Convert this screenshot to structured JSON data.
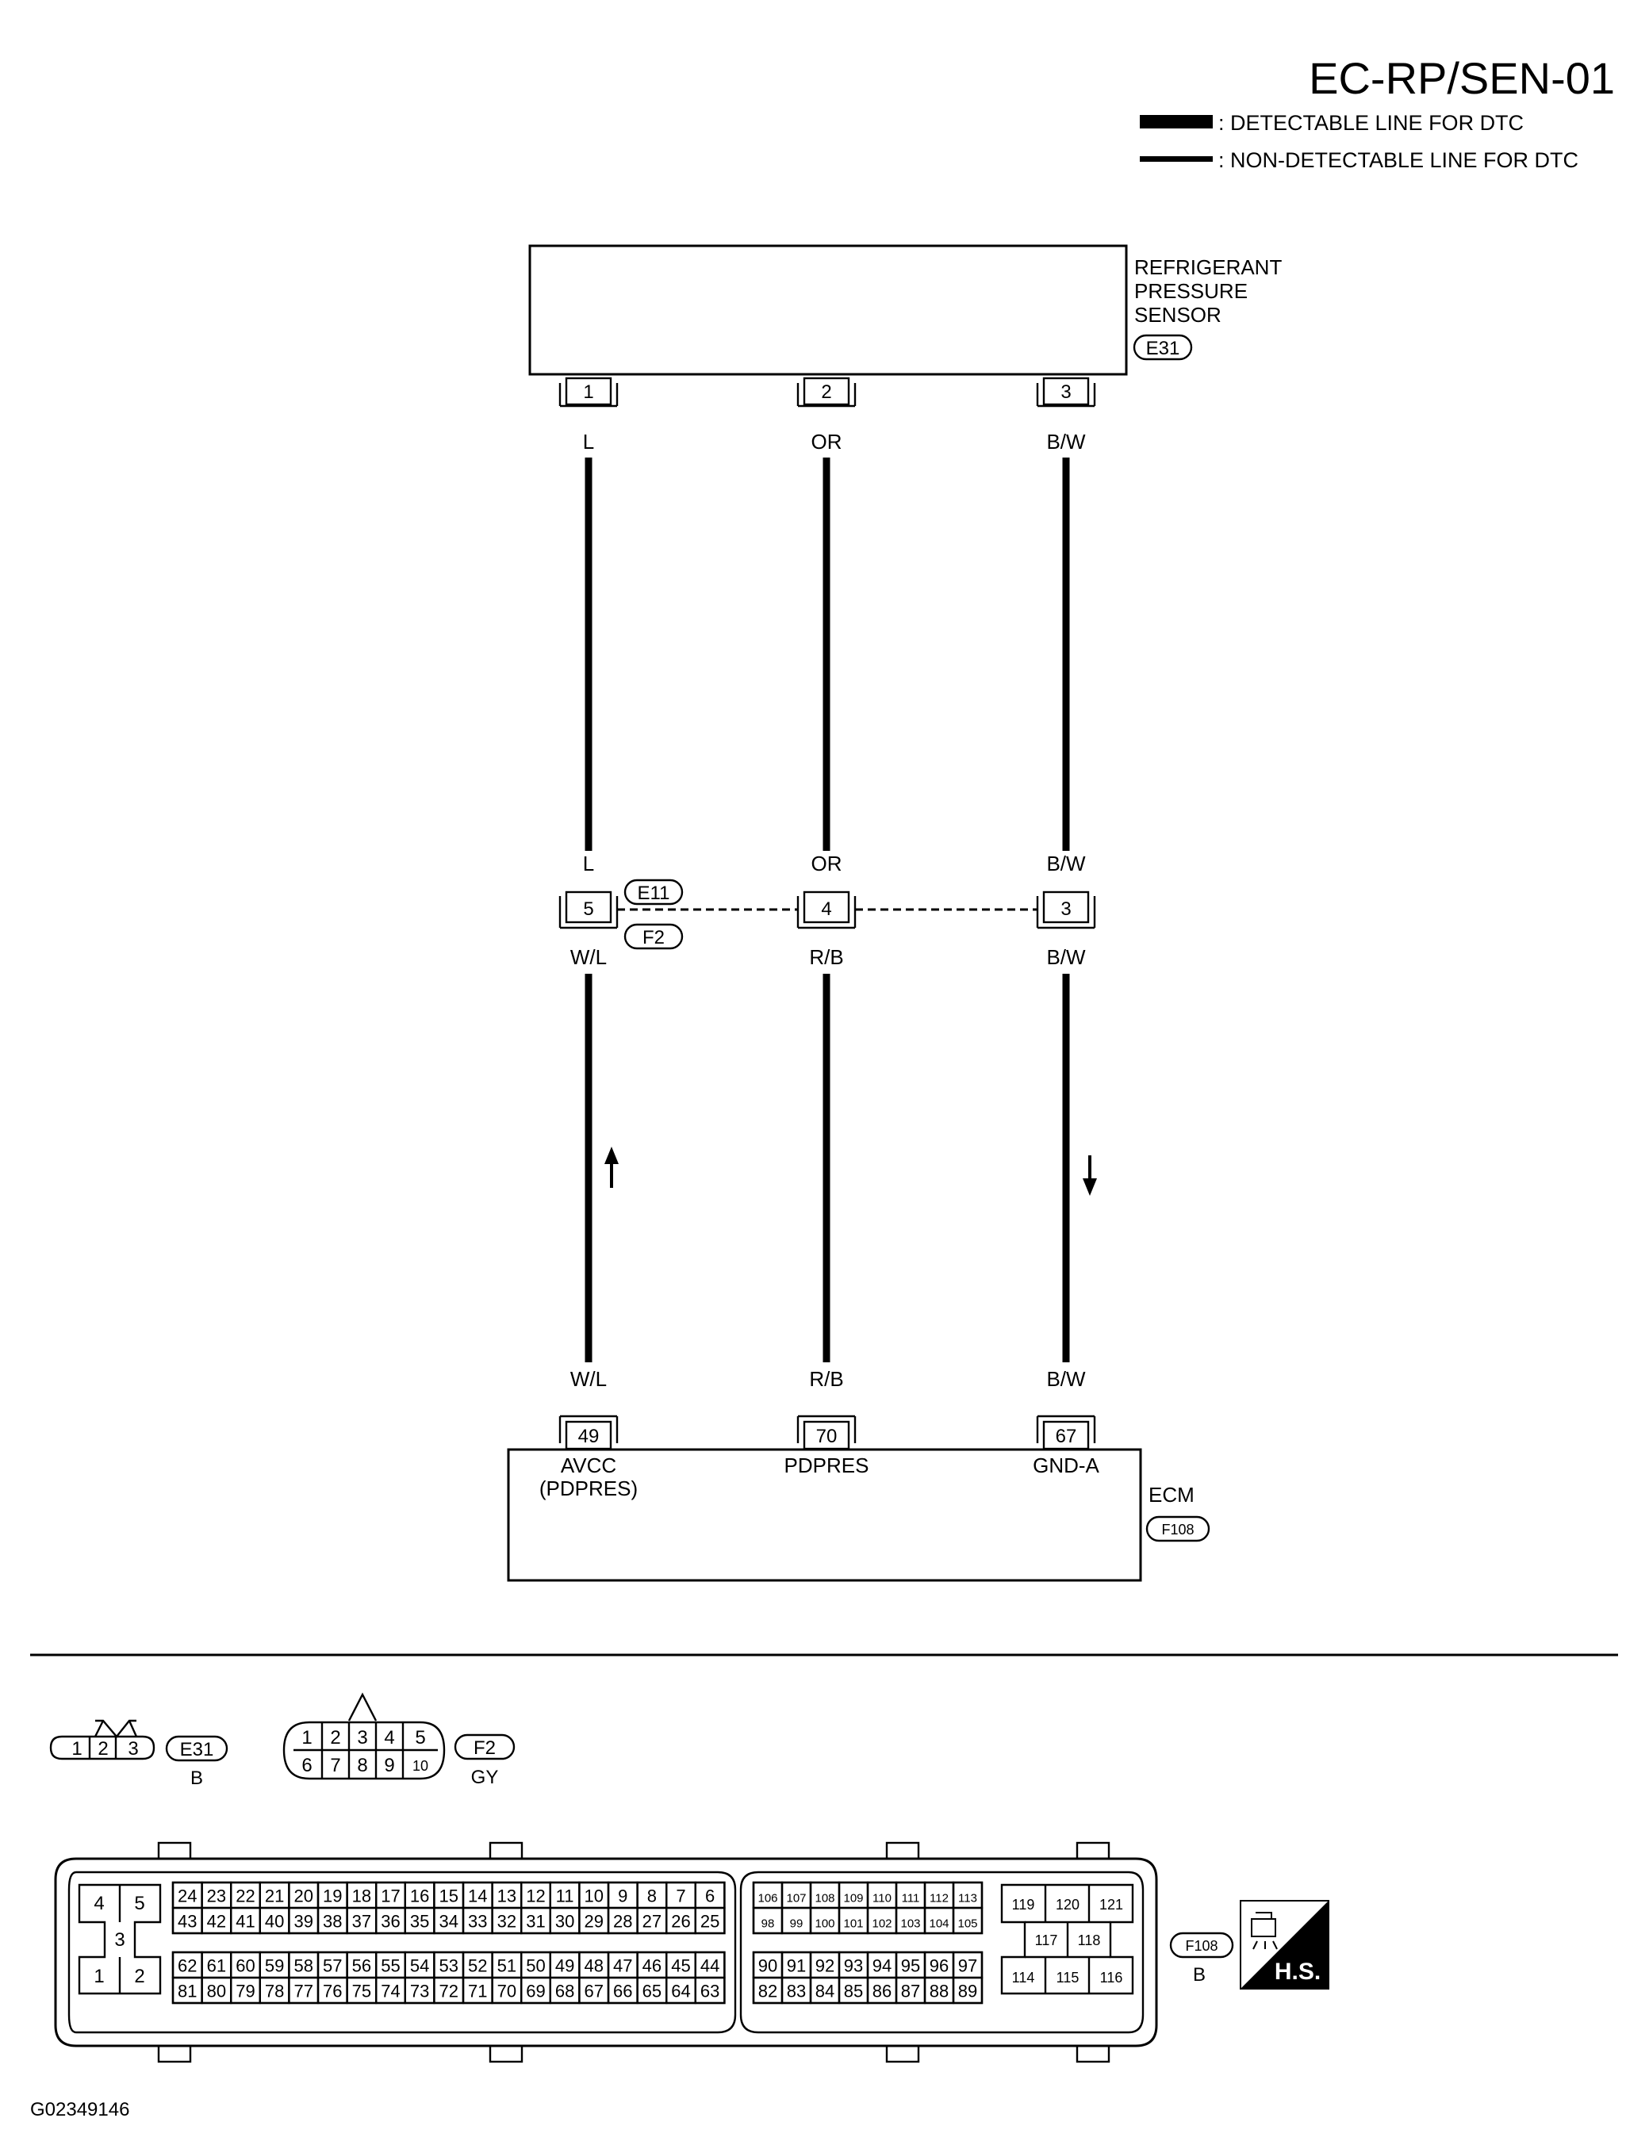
{
  "header": {
    "title": "EC-RP/SEN-01",
    "legend": [
      {
        "label": ": DETECTABLE LINE FOR DTC"
      },
      {
        "label": ": NON-DETECTABLE LINE FOR DTC"
      }
    ]
  },
  "sensor": {
    "name_lines": [
      "REFRIGERANT",
      "PRESSURE",
      "SENSOR"
    ],
    "connector": "E31",
    "pins": [
      "1",
      "2",
      "3"
    ]
  },
  "wires_upper": [
    "L",
    "OR",
    "B/W"
  ],
  "wires_mid_top": [
    "L",
    "OR",
    "B/W"
  ],
  "joint_connector": {
    "pins": [
      "5",
      "4",
      "3"
    ],
    "connector_top": "E11",
    "connector_bottom": "F2"
  },
  "wires_mid_bottom": [
    "W/L",
    "R/B",
    "B/W"
  ],
  "wires_lower": [
    "W/L",
    "R/B",
    "B/W"
  ],
  "ecm": {
    "name": "ECM",
    "connector": "F108",
    "pins": [
      "49",
      "70",
      "67"
    ],
    "terminals": [
      {
        "line1": "AVCC",
        "line2": "(PDPRES)"
      },
      {
        "line1": "PDPRES",
        "line2": ""
      },
      {
        "line1": "GND-A",
        "line2": ""
      }
    ]
  },
  "connector_views": {
    "e31": {
      "pins": [
        "1",
        "2",
        "3"
      ],
      "code": "E31",
      "color": "B"
    },
    "f2": {
      "top": [
        "1",
        "2",
        "3",
        "4",
        "5"
      ],
      "bottom": [
        "6",
        "7",
        "8",
        "9",
        "10"
      ],
      "code": "F2",
      "color": "GY"
    },
    "f108": {
      "code": "F108",
      "color": "B",
      "left_block": [
        "4",
        "5",
        "3",
        "1",
        "2"
      ],
      "g1_row1": [
        "24",
        "23",
        "22",
        "21",
        "20",
        "19",
        "18",
        "17",
        "16",
        "15",
        "14",
        "13",
        "12",
        "11",
        "10",
        "9",
        "8",
        "7",
        "6"
      ],
      "g1_row2": [
        "43",
        "42",
        "41",
        "40",
        "39",
        "38",
        "37",
        "36",
        "35",
        "34",
        "33",
        "32",
        "31",
        "30",
        "29",
        "28",
        "27",
        "26",
        "25"
      ],
      "g2_row1": [
        "62",
        "61",
        "60",
        "59",
        "58",
        "57",
        "56",
        "55",
        "54",
        "53",
        "52",
        "51",
        "50",
        "49",
        "48",
        "47",
        "46",
        "45",
        "44"
      ],
      "g2_row2": [
        "81",
        "80",
        "79",
        "78",
        "77",
        "76",
        "75",
        "74",
        "73",
        "72",
        "71",
        "70",
        "69",
        "68",
        "67",
        "66",
        "65",
        "64",
        "63"
      ],
      "g3_row1": [
        "106",
        "107",
        "108",
        "109",
        "110",
        "111",
        "112",
        "113"
      ],
      "g3_row2": [
        "98",
        "99",
        "100",
        "101",
        "102",
        "103",
        "104",
        "105"
      ],
      "g4_row1": [
        "90",
        "91",
        "92",
        "93",
        "94",
        "95",
        "96",
        "97"
      ],
      "g4_row2": [
        "82",
        "83",
        "84",
        "85",
        "86",
        "87",
        "88",
        "89"
      ],
      "right_block_top": [
        "119",
        "120",
        "121"
      ],
      "right_block_mid": [
        "117",
        "118"
      ],
      "right_block_bottom": [
        "114",
        "115",
        "116"
      ]
    },
    "hs_label": "H.S."
  },
  "footer": {
    "code": "G02349146"
  }
}
